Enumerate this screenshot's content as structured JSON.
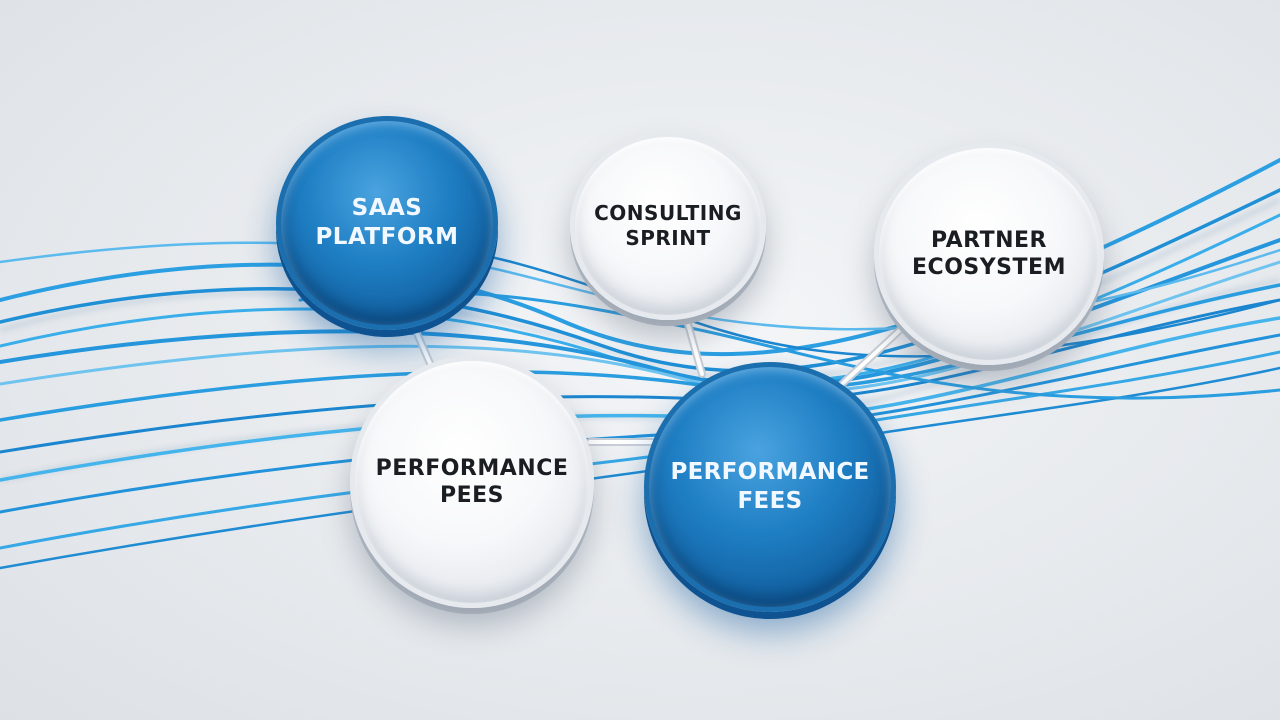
{
  "diagram": {
    "nodes": [
      {
        "id": "saas",
        "style": "blue",
        "lines": [
          "SAAS",
          "PLATFORM"
        ]
      },
      {
        "id": "consulting",
        "style": "white",
        "lines": [
          "CONSULTING",
          "SPRINT"
        ]
      },
      {
        "id": "partner",
        "style": "white",
        "lines": [
          "PARTNER",
          "ECOSYSTEM"
        ]
      },
      {
        "id": "perf_white",
        "style": "white",
        "lines": [
          "PERFORMANCE",
          "PEES"
        ]
      },
      {
        "id": "perf_blue",
        "style": "blue",
        "lines": [
          "PERFORMANCE",
          "FEES"
        ]
      }
    ],
    "connectors": [
      {
        "from": "saas",
        "to": "perf_white"
      },
      {
        "from": "consulting",
        "to": "perf_blue"
      },
      {
        "from": "partner",
        "to": "perf_blue"
      },
      {
        "from": "perf_white",
        "to": "perf_blue"
      }
    ]
  },
  "colors": {
    "background": "#e9ecef",
    "cable_blue": "#2a9de0",
    "cable_light": "#8fd0f3",
    "disc_blue": "#1f7fc4",
    "disc_white": "#f7f8fa",
    "text_dark": "#1a1d22",
    "text_light": "#f2f8ff"
  }
}
